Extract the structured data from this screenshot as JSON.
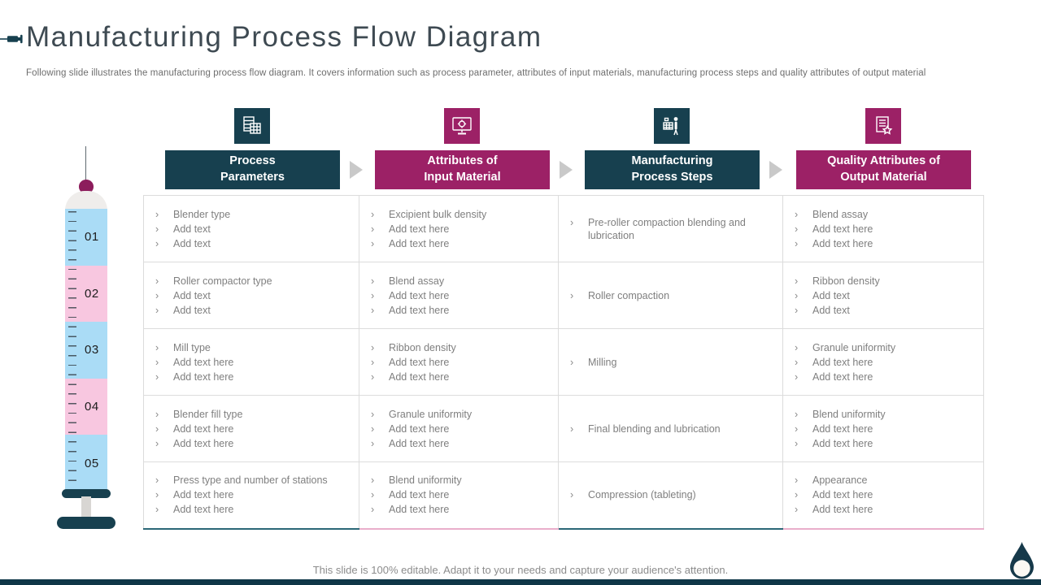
{
  "slide": {
    "title": "Manufacturing Process Flow Diagram",
    "subtitle": "Following slide illustrates the manufacturing process flow diagram. It covers information such as process parameter, attributes of input materials, manufacturing process steps and quality attributes of output material",
    "footer_note": "This slide is 100% editable. Adapt it to your needs and capture your audience's attention."
  },
  "colors": {
    "teal_dark": "#17404f",
    "magenta": "#9c2166",
    "arrow_gray": "#c9c9c9",
    "cell_text_gray": "#7f7f7f",
    "syringe_blue": "#aadcf6",
    "syringe_pink": "#f8c7e0",
    "droplet_magenta": "#8c1d5c",
    "bottom_bar": "#0f3647"
  },
  "flow_headers": [
    {
      "line1": "Process",
      "line2": "Parameters",
      "icon": "spreadsheet-calculator-icon",
      "color": "#17404f"
    },
    {
      "line1": "Attributes of",
      "line2": "Input Material",
      "icon": "monitor-gear-icon",
      "color": "#9c2166"
    },
    {
      "line1": "Manufacturing",
      "line2": "Process Steps",
      "icon": "person-kiosk-icon",
      "color": "#17404f"
    },
    {
      "line1": "Quality Attributes of",
      "line2": "Output Material",
      "icon": "document-star-icon",
      "color": "#9c2166"
    }
  ],
  "syringe": {
    "steps": [
      "01",
      "02",
      "03",
      "04",
      "05"
    ]
  },
  "table": {
    "bullet": "›",
    "rows": [
      [
        [
          "Blender type",
          "Add text",
          "Add text"
        ],
        [
          "Excipient bulk density",
          "Add text here",
          "Add text here"
        ],
        [
          "Pre-roller compaction blending and lubrication"
        ],
        [
          "Blend assay",
          "Add text here",
          "Add text here"
        ]
      ],
      [
        [
          "Roller compactor type",
          "Add text",
          "Add text"
        ],
        [
          "Blend assay",
          "Add text here",
          "Add text here"
        ],
        [
          "Roller compaction"
        ],
        [
          "Ribbon density",
          "Add text",
          "Add text"
        ]
      ],
      [
        [
          "Mill type",
          "Add text here",
          "Add text here"
        ],
        [
          "Ribbon density",
          "Add text here",
          "Add text here"
        ],
        [
          "Milling"
        ],
        [
          "Granule uniformity",
          "Add text here",
          "Add text here"
        ]
      ],
      [
        [
          "Blender fill type",
          "Add text here",
          "Add text here"
        ],
        [
          "Granule uniformity",
          "Add text here",
          "Add text here"
        ],
        [
          "Final blending and lubrication"
        ],
        [
          "Blend uniformity",
          "Add text here",
          "Add text here"
        ]
      ],
      [
        [
          "Press type and number of stations",
          "Add text here",
          "Add text here"
        ],
        [
          "Blend uniformity",
          "Add text here",
          "Add text here"
        ],
        [
          "Compression (tableting)"
        ],
        [
          "Appearance",
          "Add text here",
          "Add text here"
        ]
      ]
    ]
  }
}
